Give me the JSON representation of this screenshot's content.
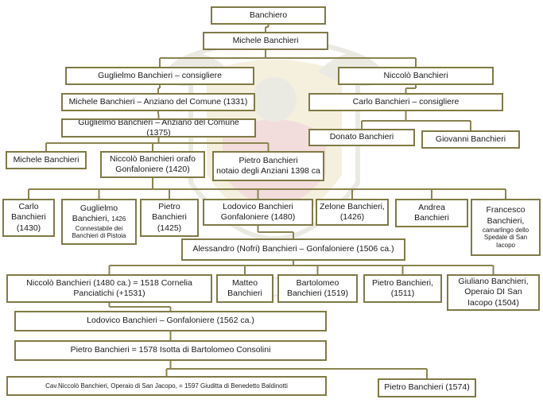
{
  "chart_data": {
    "type": "family-tree",
    "nodes": [
      {
        "id": "banchiero",
        "lines": [
          "Banchiero"
        ]
      },
      {
        "id": "michele1",
        "lines": [
          "Michele Banchieri"
        ]
      },
      {
        "id": "guglielmo1",
        "lines": [
          "Guglielmo Banchieri – consigliere"
        ]
      },
      {
        "id": "niccolo1",
        "lines": [
          "Niccolò Banchieri"
        ]
      },
      {
        "id": "michele2",
        "lines": [
          "Michele Banchieri – Anziano del Comune (1331)"
        ]
      },
      {
        "id": "carlo1",
        "lines": [
          "Carlo Banchieri – consigliere"
        ]
      },
      {
        "id": "guglielmo2",
        "lines": [
          "Guglielmo Banchieri – Anziano del Comune (1375)"
        ]
      },
      {
        "id": "donato",
        "lines": [
          "Donato Banchieri"
        ]
      },
      {
        "id": "giovanni",
        "lines": [
          "Giovanni Banchieri"
        ]
      },
      {
        "id": "michele3",
        "lines": [
          "Michele Banchieri"
        ]
      },
      {
        "id": "niccolo2",
        "lines": [
          "Niccolò Banchieri orafo",
          "Gonfaloniere (1420)"
        ]
      },
      {
        "id": "pietro1",
        "lines": [
          "Pietro Banchieri",
          "notaio degli Anziani 1398 ca"
        ]
      },
      {
        "id": "carlo2",
        "lines": [
          "Carlo",
          "Banchieri",
          "(1430)"
        ]
      },
      {
        "id": "guglielmo3",
        "lines": [
          "Guglielmo",
          "Banchieri, "
        ],
        "inline_small": "1426",
        "small": [
          "Connestabile dei",
          "Banchieri di Pistoia"
        ]
      },
      {
        "id": "pietro2",
        "lines": [
          "Pietro",
          "Banchieri",
          "(1425)"
        ]
      },
      {
        "id": "lodovico1",
        "lines": [
          "Lodovico Banchieri",
          "Gonfaloniere (1480)"
        ]
      },
      {
        "id": "zelone",
        "lines": [
          "Zelone Banchieri,",
          "(1426)"
        ]
      },
      {
        "id": "andrea",
        "lines": [
          "Andrea",
          "Banchieri"
        ]
      },
      {
        "id": "francesco",
        "lines": [
          "Francesco",
          "Banchieri,"
        ],
        "small": [
          "camarlingo dello",
          "Spedale di San",
          "Iacopo"
        ]
      },
      {
        "id": "alessandro",
        "lines": [
          "Alessandro (Nofri) Banchieri – Gonfaloniere (1506 ca.)"
        ]
      },
      {
        "id": "niccolo3",
        "lines": [
          "Niccolò Banchieri  (1480  ca.) = 1518 Cornelia",
          "Panciatichi (+1531)"
        ]
      },
      {
        "id": "matteo",
        "lines": [
          "Matteo",
          "Banchieri"
        ]
      },
      {
        "id": "bartolomeo",
        "lines": [
          "Bartolomeo",
          "Banchieri (1519)"
        ]
      },
      {
        "id": "pietro3",
        "lines": [
          "Pietro Banchieri,",
          "(1511)"
        ]
      },
      {
        "id": "giuliano",
        "lines": [
          "Giuliano Banchieri,",
          "Operaio DI San",
          "Iacopo (1504)"
        ]
      },
      {
        "id": "lodovico2",
        "lines": [
          "Lodovico Banchieri – Gonfaloniere (1562 ca.)"
        ]
      },
      {
        "id": "pietro4",
        "lines": [
          "Pietro Banchieri = 1578 Isotta di Bartolomeo Consolini"
        ]
      },
      {
        "id": "niccolo4",
        "small": [
          "Cav.Niccolò Banchieri, Operaio di San Jacopo, = 1597 Giuditta di Benedetto Baldinotti"
        ]
      },
      {
        "id": "pietro5",
        "lines": [
          "Pietro  Banchieri (1574)"
        ]
      }
    ],
    "edges": [
      [
        "banchiero",
        "michele1"
      ],
      [
        "michele1",
        "guglielmo1"
      ],
      [
        "michele1",
        "niccolo1"
      ],
      [
        "guglielmo1",
        "michele2"
      ],
      [
        "niccolo1",
        "carlo1"
      ],
      [
        "michele2",
        "guglielmo2"
      ],
      [
        "carlo1",
        "donato"
      ],
      [
        "carlo1",
        "giovanni"
      ],
      [
        "guglielmo2",
        "michele3"
      ],
      [
        "guglielmo2",
        "niccolo2"
      ],
      [
        "guglielmo2",
        "pietro1"
      ],
      [
        "niccolo2",
        "carlo2"
      ],
      [
        "niccolo2",
        "guglielmo3"
      ],
      [
        "niccolo2",
        "pietro2"
      ],
      [
        "niccolo2",
        "lodovico1"
      ],
      [
        "niccolo2",
        "zelone"
      ],
      [
        "niccolo2",
        "andrea"
      ],
      [
        "niccolo2",
        "francesco"
      ],
      [
        "lodovico1",
        "alessandro"
      ],
      [
        "alessandro",
        "niccolo3"
      ],
      [
        "alessandro",
        "matteo"
      ],
      [
        "alessandro",
        "bartolomeo"
      ],
      [
        "alessandro",
        "pietro3"
      ],
      [
        "alessandro",
        "giuliano"
      ],
      [
        "niccolo3",
        "lodovico2"
      ],
      [
        "lodovico2",
        "pietro4"
      ],
      [
        "pietro4",
        "niccolo4"
      ],
      [
        "pietro4",
        "pietro5"
      ]
    ],
    "colors": {
      "border": "#7f7a45",
      "line": "#8a8450",
      "background": "#ffffff",
      "crest_red": "#b5352c",
      "crest_gold": "#c8a23a"
    }
  }
}
